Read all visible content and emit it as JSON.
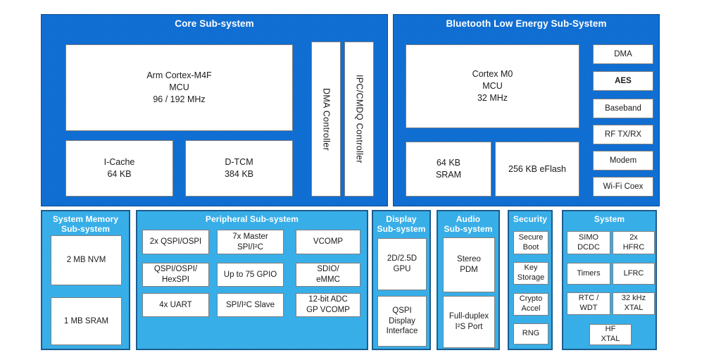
{
  "colors": {
    "top_panel_blue": "#0f6fd4",
    "bottom_panel_blue": "#31ace6",
    "panel_border_dark": "#0d4a8a",
    "panel_border_light": "#1d5c8f",
    "box_border_gray": "#7f7f7f",
    "title_text": "#ffffff",
    "box_text": "#1a1a1a"
  },
  "core": {
    "title": "Core Sub-system",
    "cpu": "Arm Cortex-M4F\nMCU\n96 / 192 MHz",
    "icache": "I-Cache\n64 KB",
    "dtcm": "D-TCM\n384 KB",
    "dma": "DMA Controller",
    "ipc": "IPC/CMDQ Controller"
  },
  "ble": {
    "title": "Bluetooth Low Energy Sub-System",
    "cpu": "Cortex M0\nMCU\n32 MHz",
    "sram": "64 KB\nSRAM",
    "eflash": "256 KB eFlash",
    "side_blocks": [
      "DMA",
      "AES",
      "Baseband",
      "RF TX/RX",
      "Modem",
      "Wi-Fi Coex"
    ]
  },
  "memory": {
    "title": "System Memory\nSub-system",
    "nvm": "2 MB NVM",
    "sram": "1 MB SRAM"
  },
  "peripheral": {
    "title": "Peripheral Sub-system",
    "blocks": [
      "2x QSPI/OSPI",
      "7x Master\nSPI/I²C",
      "VCOMP",
      "QSPI/OSPI/\nHexSPI",
      "Up to 75 GPIO",
      "SDIO/\neMMC",
      "4x UART",
      "SPI/I²C Slave",
      "12-bit ADC\nGP VCOMP"
    ]
  },
  "display": {
    "title": "Display\nSub-system",
    "gpu": "2D/2.5D\nGPU",
    "qspi": "QSPI\nDisplay\nInterface"
  },
  "audio": {
    "title": "Audio\nSub-system",
    "pdm": "Stereo\nPDM",
    "i2s": "Full-duplex\nI²S Port"
  },
  "security": {
    "title": "Security",
    "blocks": [
      "Secure\nBoot",
      "Key\nStorage",
      "Crypto\nAccel",
      "RNG"
    ]
  },
  "system": {
    "title": "System",
    "blocks": [
      "SIMO\nDCDC",
      "2x\nHFRC",
      "Timers",
      "LFRC",
      "RTC /\nWDT",
      "32 kHz\nXTAL",
      "HF\nXTAL"
    ]
  }
}
